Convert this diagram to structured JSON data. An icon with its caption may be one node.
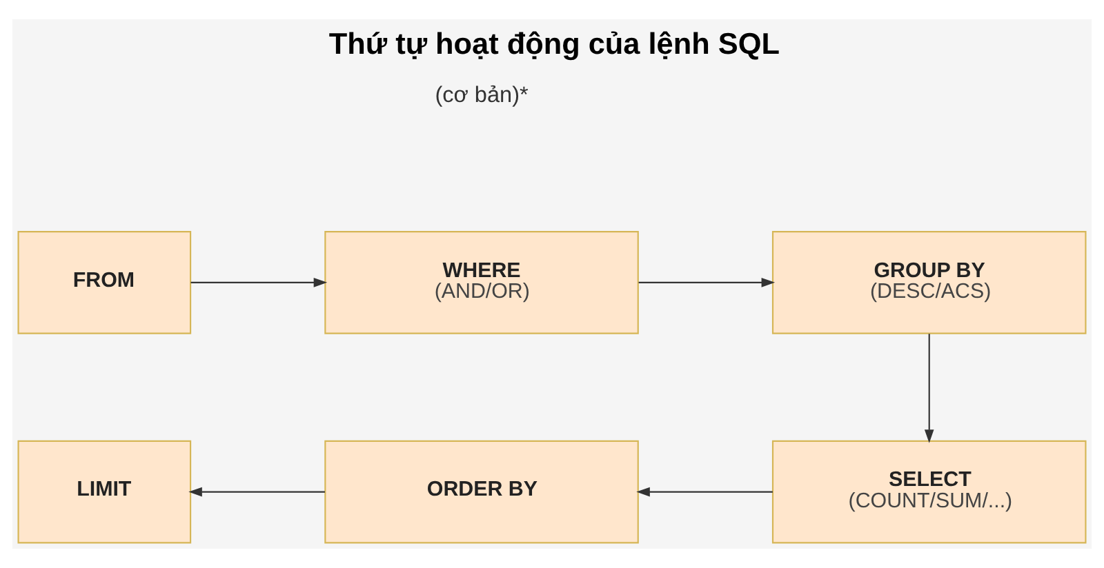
{
  "diagram": {
    "title": "Thứ tự hoạt động của lệnh SQL",
    "nodes": [
      {
        "text": [
          "FROM"
        ]
      },
      {
        "text": [
          "WHERE",
          "(AND/OR)"
        ]
      },
      {
        "text": [
          "GROUP BY",
          "(DESC/ACS)"
        ]
      },
      {
        "text": [
          "SELECT",
          "(COUNT/SUM/...)"
        ]
      },
      {
        "text": [
          "ORDER BY"
        ]
      },
      {
        "text": [
          "LIMIT"
        ]
      }
    ],
    "edges": [
      {
        "from": 0,
        "to": 1,
        "arrow": "to"
      },
      {
        "from": 1,
        "to": 2,
        "arrow": "to"
      },
      {
        "from": 2,
        "to": 3,
        "arrow": "to"
      },
      {
        "from": 3,
        "to": 4,
        "arrow": "to"
      },
      {
        "from": 4,
        "to": 5,
        "arrow": "to"
      }
    ],
    "labels": [
      "(cơ bản)*"
    ]
  }
}
